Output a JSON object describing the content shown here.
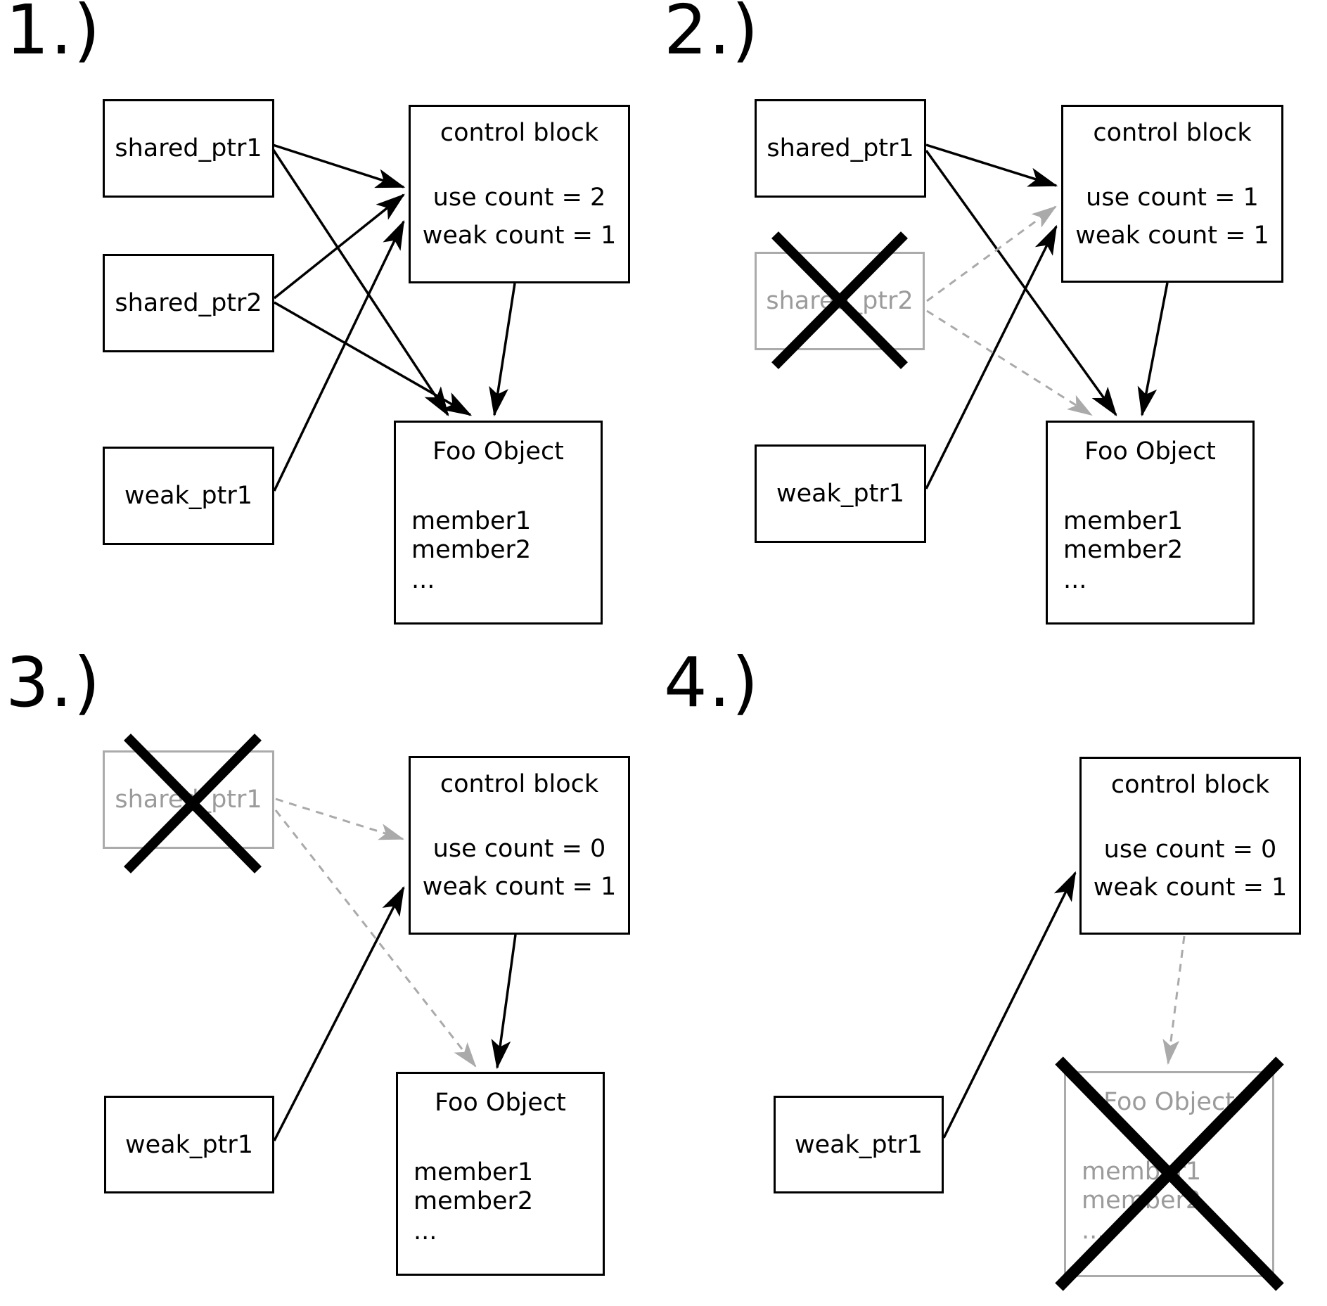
{
  "colors": {
    "ink": "#000000",
    "ghost_border": "#ababab",
    "ghost_text": "#9b9b9b",
    "dashed_arrow": "#aaaaaa"
  },
  "panels": [
    {
      "label": "1.)",
      "shared_ptr1": "shared_ptr1",
      "shared_ptr2": "shared_ptr2",
      "weak_ptr1": "weak_ptr1",
      "control_block": {
        "title": "control block",
        "use_count": "use count = 2",
        "weak_count": "weak count = 1"
      },
      "foo_object": {
        "title": "Foo Object",
        "member1": "member1",
        "member2": "member2",
        "ellipsis": "..."
      }
    },
    {
      "label": "2.)",
      "shared_ptr1": "shared_ptr1",
      "shared_ptr2": "shared_ptr2",
      "weak_ptr1": "weak_ptr1",
      "control_block": {
        "title": "control block",
        "use_count": "use count = 1",
        "weak_count": "weak count = 1"
      },
      "foo_object": {
        "title": "Foo Object",
        "member1": "member1",
        "member2": "member2",
        "ellipsis": "..."
      }
    },
    {
      "label": "3.)",
      "shared_ptr1": "shared_ptr1",
      "weak_ptr1": "weak_ptr1",
      "control_block": {
        "title": "control block",
        "use_count": "use count = 0",
        "weak_count": "weak count = 1"
      },
      "foo_object": {
        "title": "Foo Object",
        "member1": "member1",
        "member2": "member2",
        "ellipsis": "..."
      }
    },
    {
      "label": "4.)",
      "weak_ptr1": "weak_ptr1",
      "control_block": {
        "title": "control block",
        "use_count": "use count = 0",
        "weak_count": "weak count = 1"
      },
      "foo_object": {
        "title": "Foo Object",
        "member1": "member1",
        "member2": "member2",
        "ellipsis": "..."
      }
    }
  ]
}
